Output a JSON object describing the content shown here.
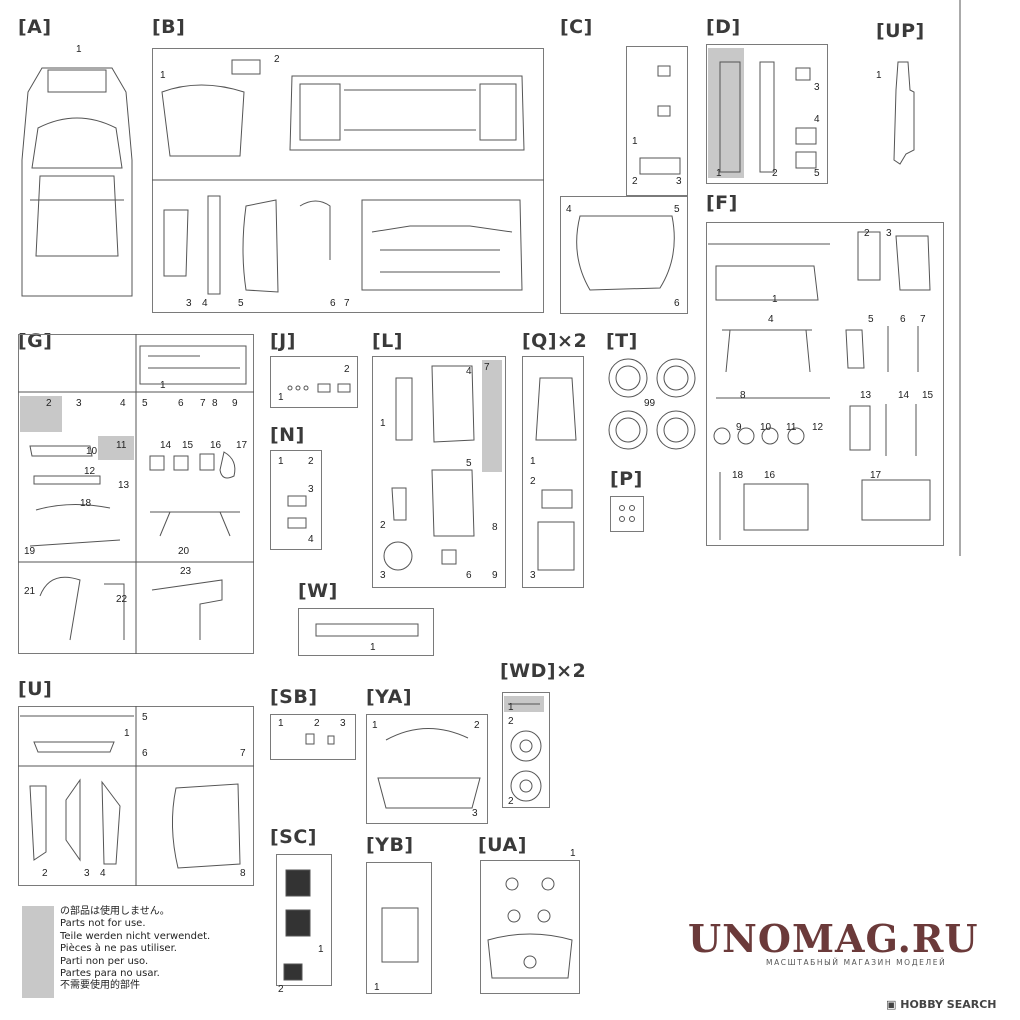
{
  "sprues": {
    "A": "[A]",
    "B": "[B]",
    "C": "[C]",
    "D": "[D]",
    "UP": "[UP]",
    "F": "[F]",
    "G": "[G]",
    "J": "[J]",
    "L": "[L]",
    "Q": "[Q]×2",
    "T": "[T]",
    "N": "[N]",
    "P": "[P]",
    "W": "[W]",
    "U": "[U]",
    "SB": "[SB]",
    "YA": "[YA]",
    "WD": "[WD]×2",
    "SC": "[SC]",
    "YB": "[YB]",
    "UA": "[UA]"
  },
  "t_count": "99",
  "legend": {
    "ja": "の部品は使用しません。",
    "en": "Parts not for use.",
    "de": "Teile werden nicht verwendet.",
    "fr": "Pièces à ne pas utiliser.",
    "it": "Parti non per uso.",
    "es": "Partes para no usar.",
    "zh": "不需要使用的部件"
  },
  "watermark": {
    "brand": "UNOMAG.RU",
    "subtitle": "МАСШТАБНЫЙ МАГАЗИН МОДЕЛЕЙ",
    "hobby": "HOBBY SEARCH"
  },
  "colors": {
    "line": "#555555",
    "unused_fill": "#c8c8c8",
    "brand": "#6b3a3a"
  }
}
